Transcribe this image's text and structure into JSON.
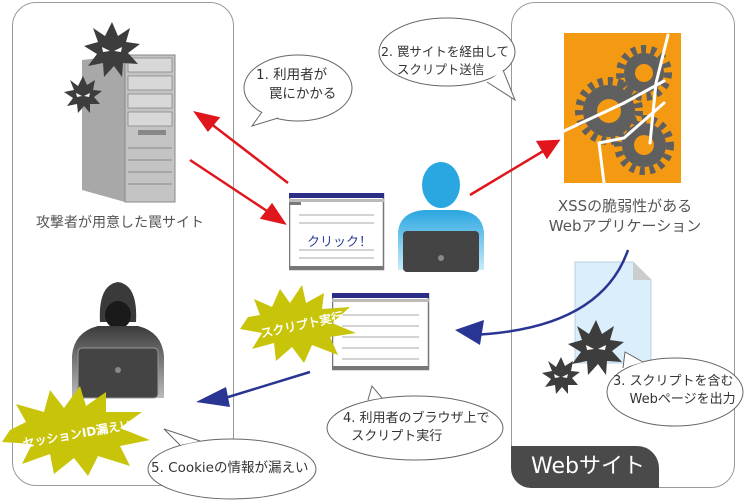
{
  "panels": {
    "trap_site": {
      "caption": "攻撃者が用意した罠サイト"
    },
    "web_site": {
      "caption_line1": "XSSの脆弱性がある",
      "caption_line2": "Webアプリケーション",
      "tab_label": "Webサイト"
    }
  },
  "bubbles": [
    {
      "line1": "1. 利用者が",
      "line2": "   罠にかかる"
    },
    {
      "line1": "2. 罠サイトを経由して",
      "line2": "    スクリプト送信"
    },
    {
      "line1": "3. スクリプトを含む",
      "line2": "    Webページを出力"
    },
    {
      "line1": "4. 利用者のブラウザ上で",
      "line2": "  スクリプト実行"
    },
    {
      "line1": "5. Cookieの情報が漏えい"
    }
  ],
  "bursts": {
    "script_exec": "スクリプト実行",
    "session_leak": "セッションID漏えい"
  },
  "browser": {
    "click_label": "クリック！"
  },
  "colors": {
    "red_arrow": "#e0161c",
    "blue_arrow": "#283593",
    "orange": "#f39a12",
    "gear": "#5f5f5f",
    "burst": "#c8c40a",
    "user": "#2aa6e0"
  }
}
